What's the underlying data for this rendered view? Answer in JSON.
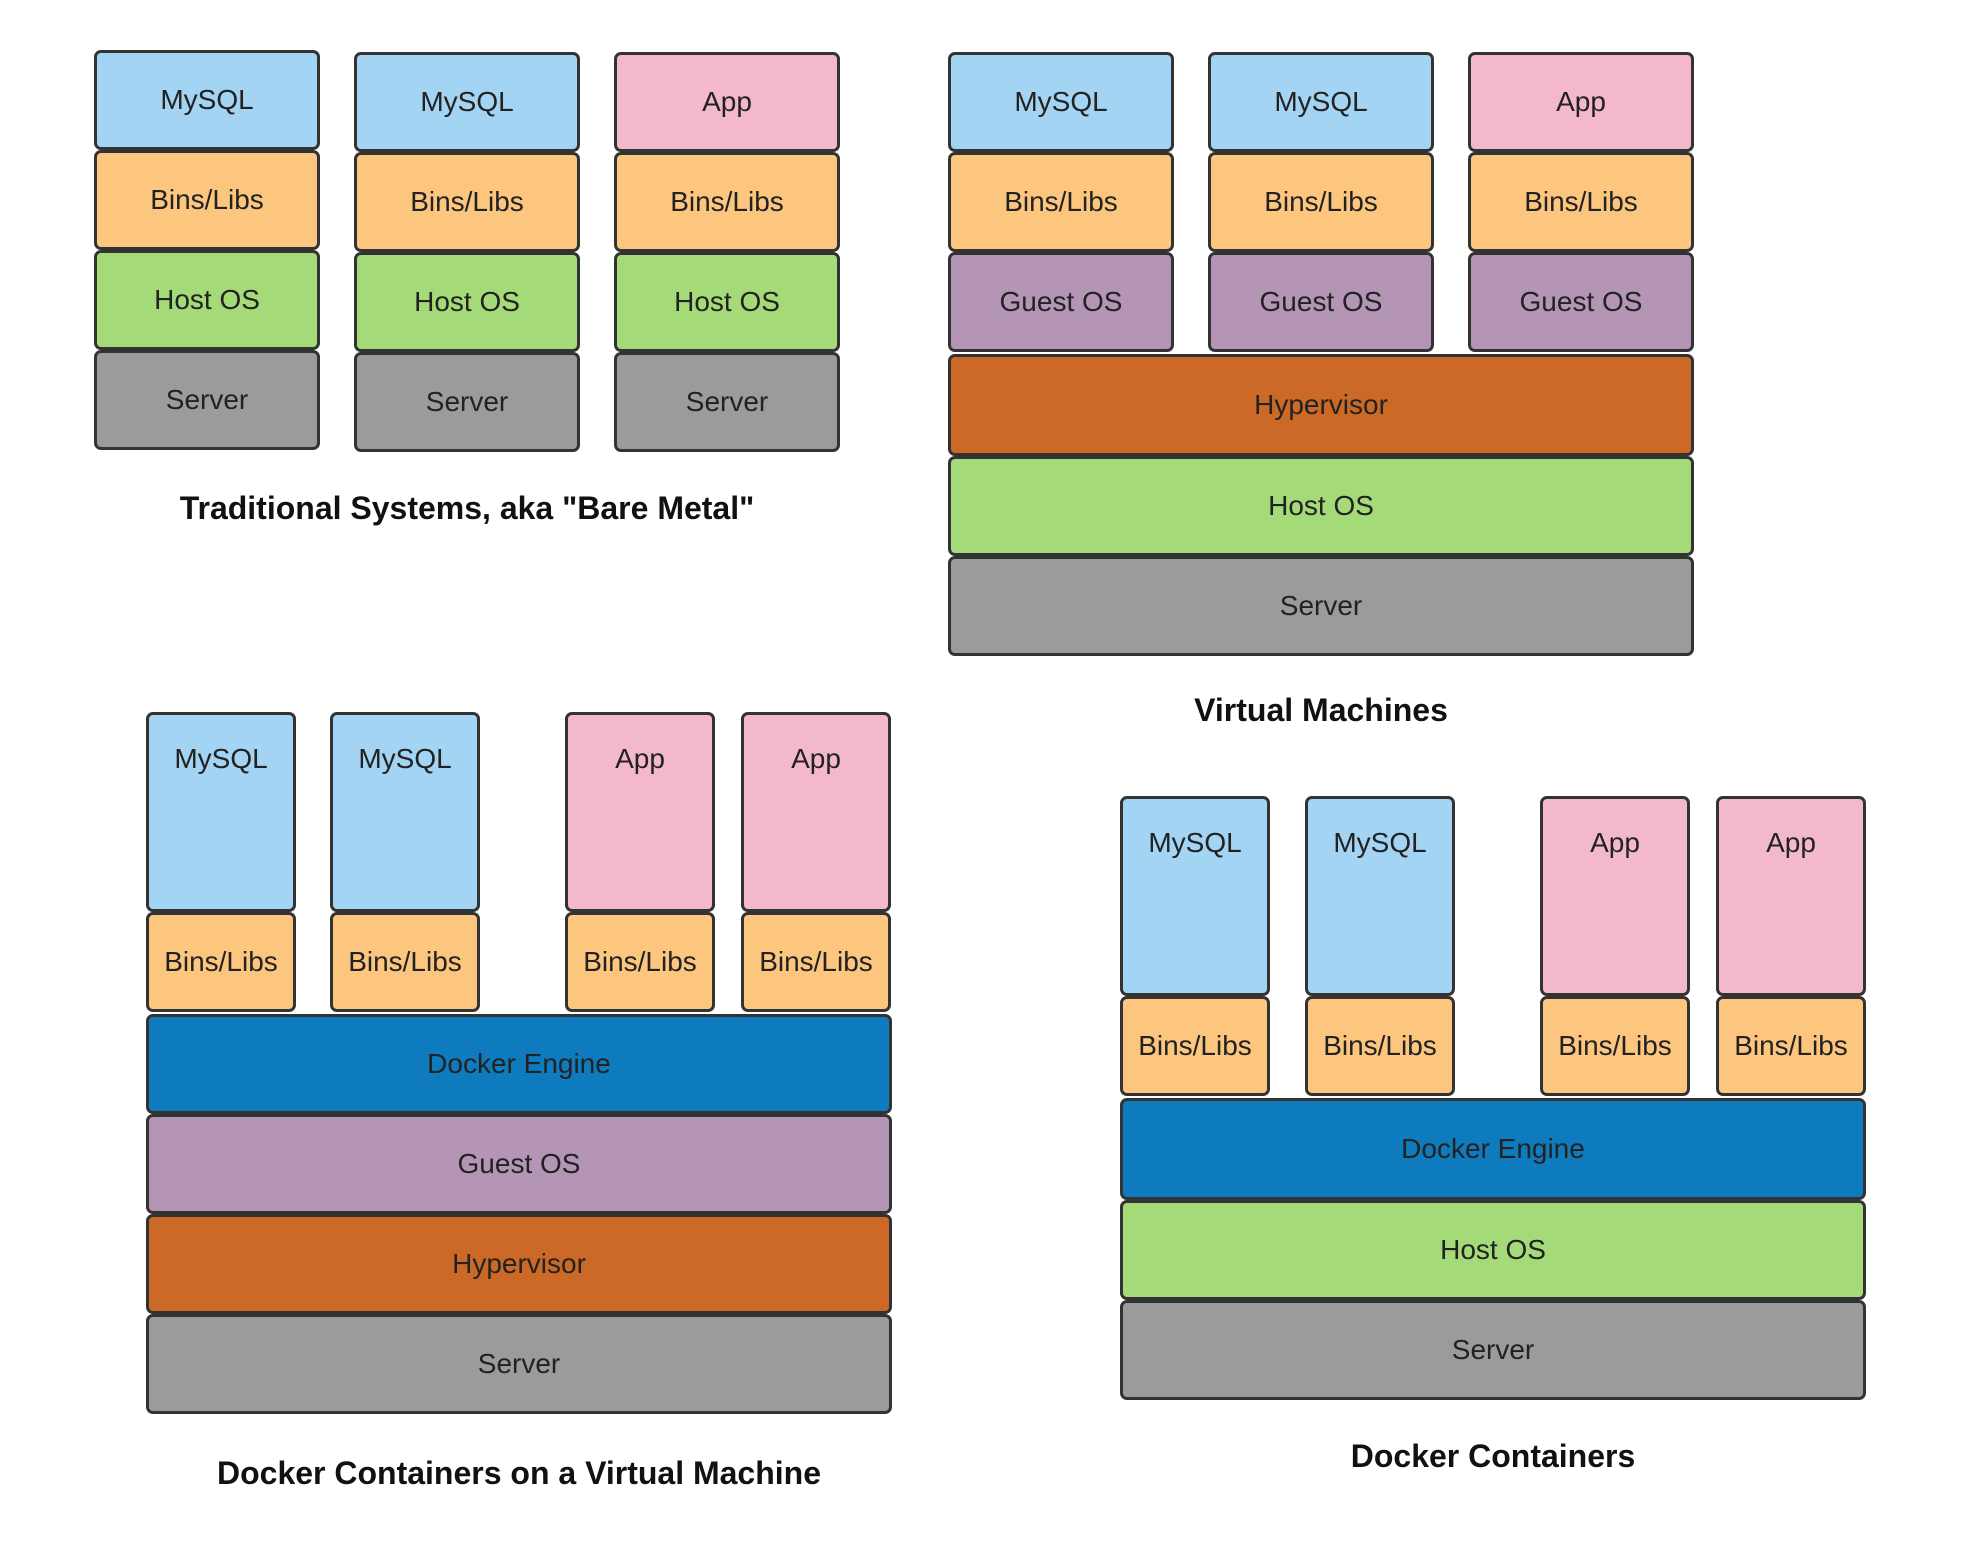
{
  "colors": {
    "mysql": "#a3d4f3",
    "app": "#f3b9cb",
    "libs": "#fdc67f",
    "hostos": "#a5da78",
    "guestos": "#b595b6",
    "server": "#9b9b9b",
    "hypervisor": "#cd6927",
    "docker": "#0e7bbe",
    "border": "#333333"
  },
  "diagrams": [
    {
      "id": "bare-metal",
      "caption": "Traditional Systems, aka \"Bare Metal\"",
      "blocks": [
        {
          "name": "stack-1-mysql",
          "label": "MySQL",
          "color": "mysql"
        },
        {
          "name": "stack-1-bins-libs",
          "label": "Bins/Libs",
          "color": "libs"
        },
        {
          "name": "stack-1-host-os",
          "label": "Host OS",
          "color": "hostos"
        },
        {
          "name": "stack-1-server",
          "label": "Server",
          "color": "server"
        },
        {
          "name": "stack-2-mysql",
          "label": "MySQL",
          "color": "mysql"
        },
        {
          "name": "stack-2-bins-libs",
          "label": "Bins/Libs",
          "color": "libs"
        },
        {
          "name": "stack-2-host-os",
          "label": "Host OS",
          "color": "hostos"
        },
        {
          "name": "stack-2-server",
          "label": "Server",
          "color": "server"
        },
        {
          "name": "stack-3-app",
          "label": "App",
          "color": "app"
        },
        {
          "name": "stack-3-bins-libs",
          "label": "Bins/Libs",
          "color": "libs"
        },
        {
          "name": "stack-3-host-os",
          "label": "Host OS",
          "color": "hostos"
        },
        {
          "name": "stack-3-server",
          "label": "Server",
          "color": "server"
        }
      ]
    },
    {
      "id": "virtual-machines",
      "caption": "Virtual Machines",
      "blocks": [
        {
          "name": "vm-1-mysql",
          "label": "MySQL",
          "color": "mysql"
        },
        {
          "name": "vm-1-bins-libs",
          "label": "Bins/Libs",
          "color": "libs"
        },
        {
          "name": "vm-1-guest-os",
          "label": "Guest OS",
          "color": "guestos"
        },
        {
          "name": "vm-2-mysql",
          "label": "MySQL",
          "color": "mysql"
        },
        {
          "name": "vm-2-bins-libs",
          "label": "Bins/Libs",
          "color": "libs"
        },
        {
          "name": "vm-2-guest-os",
          "label": "Guest OS",
          "color": "guestos"
        },
        {
          "name": "vm-3-app",
          "label": "App",
          "color": "app"
        },
        {
          "name": "vm-3-bins-libs",
          "label": "Bins/Libs",
          "color": "libs"
        },
        {
          "name": "vm-3-guest-os",
          "label": "Guest OS",
          "color": "guestos"
        },
        {
          "name": "hypervisor-layer",
          "label": "Hypervisor",
          "color": "hypervisor"
        },
        {
          "name": "host-os-layer",
          "label": "Host OS",
          "color": "hostos"
        },
        {
          "name": "server-layer",
          "label": "Server",
          "color": "server"
        }
      ]
    },
    {
      "id": "docker-on-vm",
      "caption": "Docker Containers on a Virtual Machine",
      "blocks": [
        {
          "name": "container-1-mysql",
          "label": "MySQL",
          "color": "mysql"
        },
        {
          "name": "container-1-bins-libs",
          "label": "Bins/Libs",
          "color": "libs"
        },
        {
          "name": "container-2-mysql",
          "label": "MySQL",
          "color": "mysql"
        },
        {
          "name": "container-2-bins-libs",
          "label": "Bins/Libs",
          "color": "libs"
        },
        {
          "name": "container-3-app",
          "label": "App",
          "color": "app"
        },
        {
          "name": "container-3-bins-libs",
          "label": "Bins/Libs",
          "color": "libs"
        },
        {
          "name": "container-4-app",
          "label": "App",
          "color": "app"
        },
        {
          "name": "container-4-bins-libs",
          "label": "Bins/Libs",
          "color": "libs"
        },
        {
          "name": "docker-engine-layer",
          "label": "Docker Engine",
          "color": "docker"
        },
        {
          "name": "guest-os-layer",
          "label": "Guest OS",
          "color": "guestos"
        },
        {
          "name": "hypervisor-layer",
          "label": "Hypervisor",
          "color": "hypervisor"
        },
        {
          "name": "server-layer",
          "label": "Server",
          "color": "server"
        }
      ]
    },
    {
      "id": "docker-containers",
      "caption": "Docker Containers",
      "blocks": [
        {
          "name": "container-1-mysql",
          "label": "MySQL",
          "color": "mysql"
        },
        {
          "name": "container-1-bins-libs",
          "label": "Bins/Libs",
          "color": "libs"
        },
        {
          "name": "container-2-mysql",
          "label": "MySQL",
          "color": "mysql"
        },
        {
          "name": "container-2-bins-libs",
          "label": "Bins/Libs",
          "color": "libs"
        },
        {
          "name": "container-3-app",
          "label": "App",
          "color": "app"
        },
        {
          "name": "container-3-bins-libs",
          "label": "Bins/Libs",
          "color": "libs"
        },
        {
          "name": "container-4-app",
          "label": "App",
          "color": "app"
        },
        {
          "name": "container-4-bins-libs",
          "label": "Bins/Libs",
          "color": "libs"
        },
        {
          "name": "docker-engine-layer",
          "label": "Docker Engine",
          "color": "docker"
        },
        {
          "name": "host-os-layer",
          "label": "Host OS",
          "color": "hostos"
        },
        {
          "name": "server-layer",
          "label": "Server",
          "color": "server"
        }
      ]
    }
  ]
}
